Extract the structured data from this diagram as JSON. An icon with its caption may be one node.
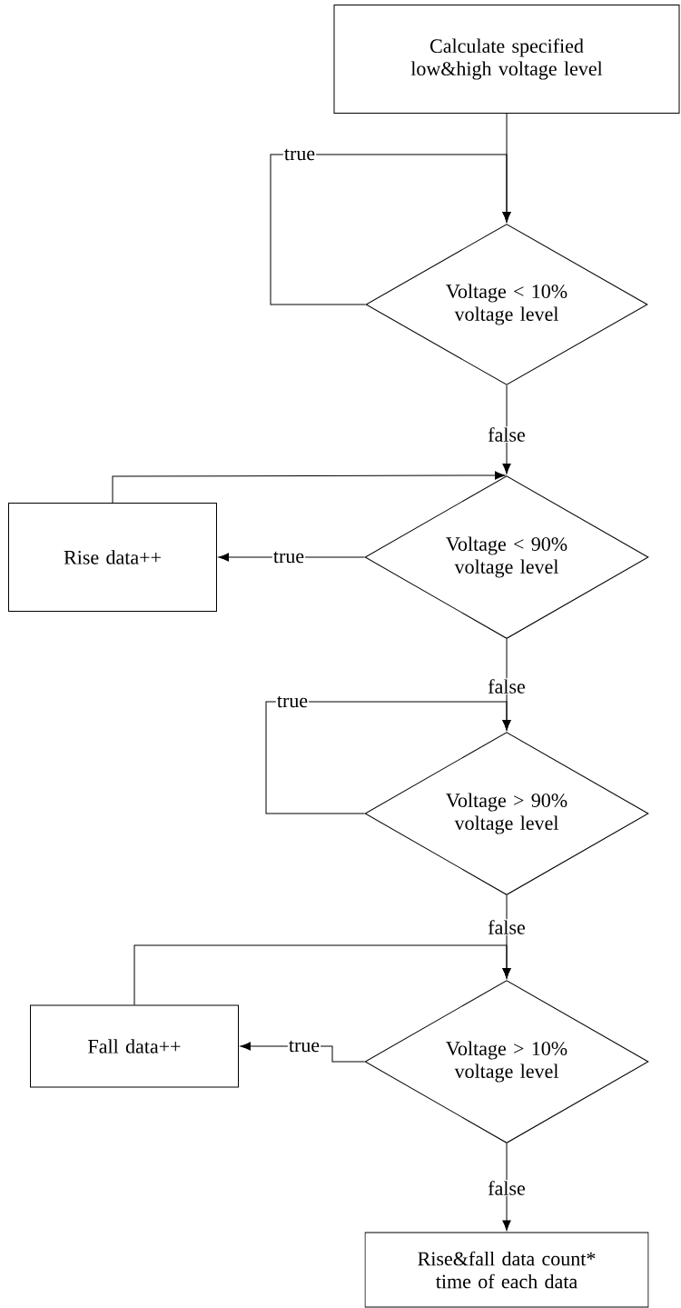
{
  "diagram": {
    "nodes": [
      {
        "text": [
          "Calculate specified low&high voltage level"
        ]
      },
      {
        "text": [
          "Voltage < 10% voltage level"
        ]
      },
      {
        "text": [
          "Voltage < 90% voltage level"
        ]
      },
      {
        "text": [
          "Rise data++"
        ]
      },
      {
        "text": [
          "Voltage > 90% voltage level"
        ]
      },
      {
        "text": [
          "Voltage > 10% voltage level"
        ]
      },
      {
        "text": [
          "Fall data++"
        ]
      },
      {
        "text": [
          "Rise&fall data count* time of each data"
        ]
      }
    ],
    "edges": [
      {
        "from": 0,
        "to": 1,
        "arrow": "to"
      },
      {
        "from": 1,
        "to": 1,
        "arrow": "to",
        "label": "true"
      },
      {
        "from": 1,
        "to": 2,
        "arrow": "to",
        "label": "false"
      },
      {
        "from": 2,
        "to": 3,
        "arrow": "to",
        "label": "true"
      },
      {
        "from": 3,
        "to": 2,
        "arrow": "to"
      },
      {
        "from": 2,
        "to": 4,
        "arrow": "to",
        "label": "false"
      },
      {
        "from": 4,
        "to": 4,
        "arrow": "to",
        "label": "true"
      },
      {
        "from": 4,
        "to": 5,
        "arrow": "to",
        "label": "false"
      },
      {
        "from": 5,
        "to": 6,
        "arrow": "to",
        "label": "true"
      },
      {
        "from": 6,
        "to": 5,
        "arrow": "to"
      },
      {
        "from": 5,
        "to": 7,
        "arrow": "to",
        "label": "false"
      }
    ]
  }
}
